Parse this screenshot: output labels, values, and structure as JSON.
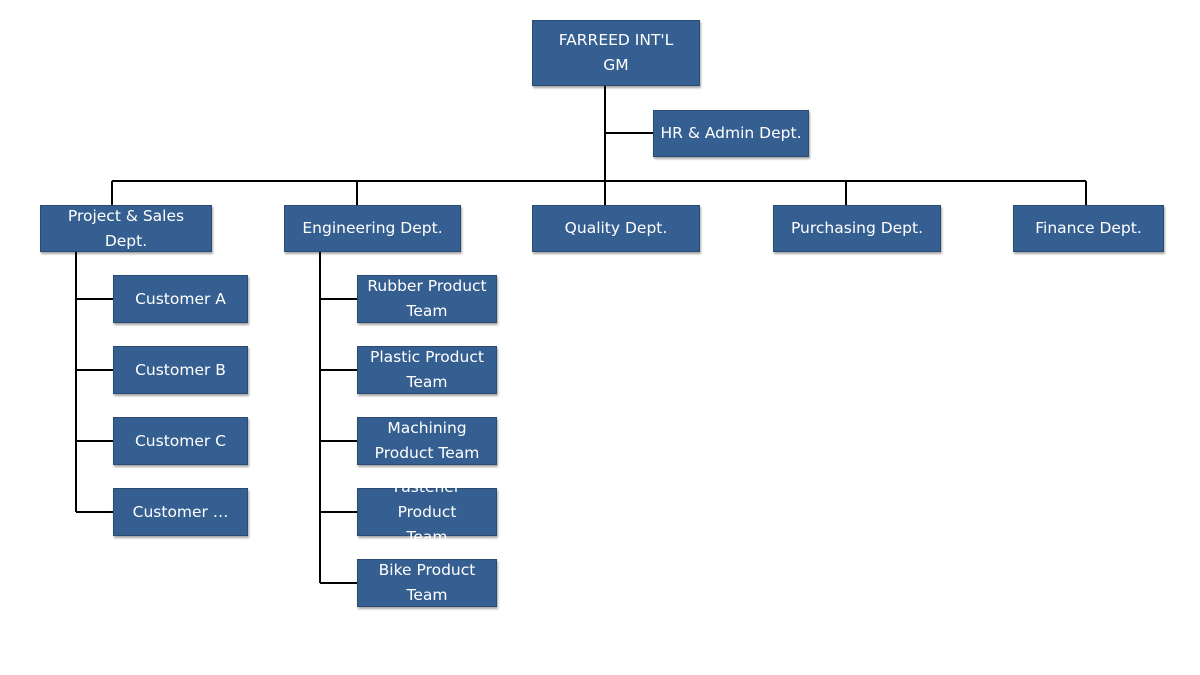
{
  "root": {
    "line1": "FARREED INT'L",
    "line2": "GM"
  },
  "assistant": {
    "label": "HR & Admin Dept."
  },
  "departments": {
    "sales": "Project & Sales Dept.",
    "engineering": "Engineering Dept.",
    "quality": "Quality Dept.",
    "purchasing": "Purchasing Dept.",
    "finance": "Finance Dept."
  },
  "customers": [
    "Customer A",
    "Customer B",
    "Customer C",
    "Customer …"
  ],
  "teams": [
    {
      "line1": "Rubber Product",
      "line2": "Team"
    },
    {
      "line1": "Plastic Product",
      "line2": "Team"
    },
    {
      "line1": "Machining",
      "line2": "Product Team"
    },
    {
      "line1": "Fastener Product",
      "line2": "Team"
    },
    {
      "line1": "Bike Product",
      "line2": "Team"
    }
  ],
  "colors": {
    "box": "#365f91",
    "text": "#ffffff",
    "line": "#000000"
  }
}
